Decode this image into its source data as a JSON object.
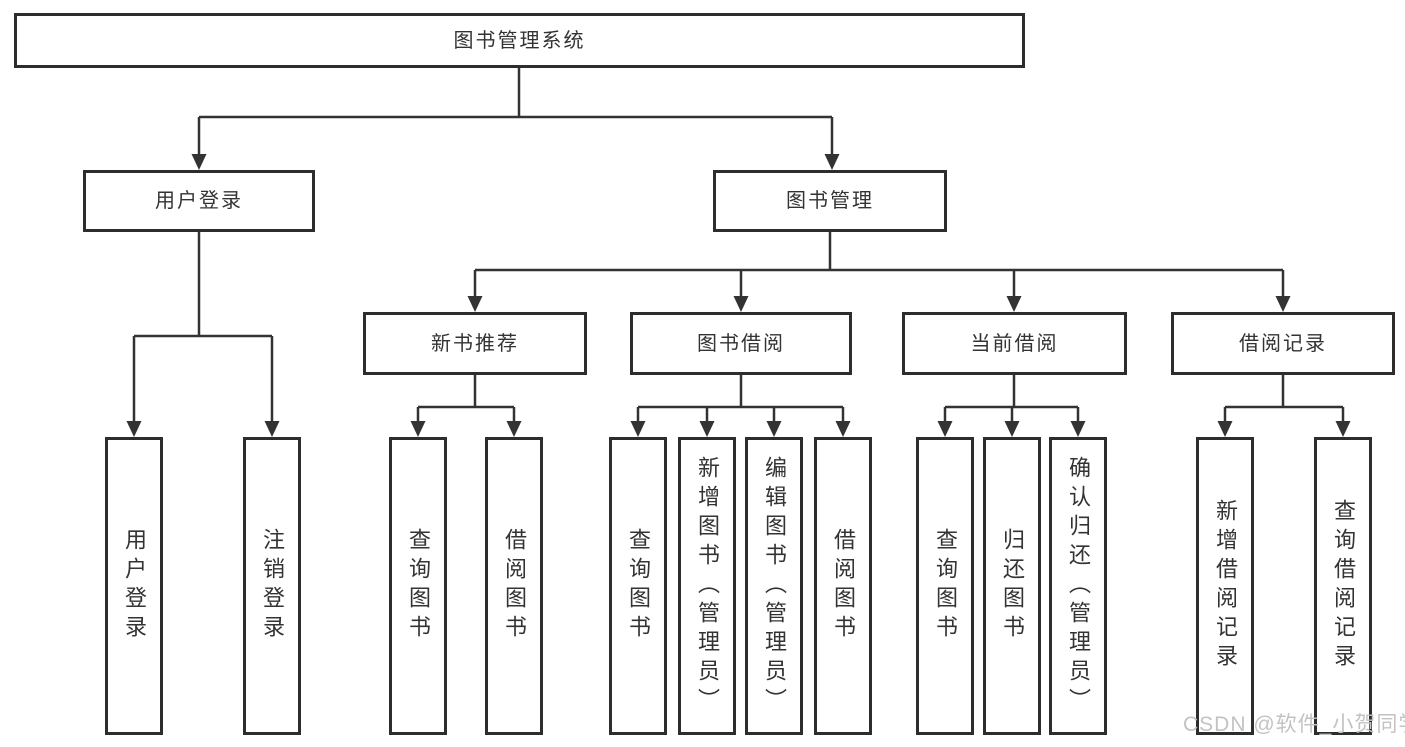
{
  "diagram": {
    "root": "图书管理系统",
    "level2": [
      "用户登录",
      "图书管理"
    ],
    "level3": [
      "新书推荐",
      "图书借阅",
      "当前借阅",
      "借阅记录"
    ],
    "leaves": {
      "user_login": [
        "用户登录",
        "注销登录"
      ],
      "new_books": [
        "查询图书",
        "借阅图书"
      ],
      "book_borrow": [
        "查询图书",
        "新增图书（管理员）",
        "编辑图书（管理员）",
        "借阅图书"
      ],
      "current_borrow": [
        "查询图书",
        "归还图书",
        "确认归还（管理员）"
      ],
      "borrow_records": [
        "新增借阅记录",
        "查询借阅记录"
      ]
    }
  },
  "watermark": "CSDN @软件_小贺同学",
  "colors": {
    "line": "#333333",
    "box_border": "#2d2d2d",
    "text": "#333333",
    "watermark": "#c3c3c3",
    "background": "#ffffff"
  }
}
